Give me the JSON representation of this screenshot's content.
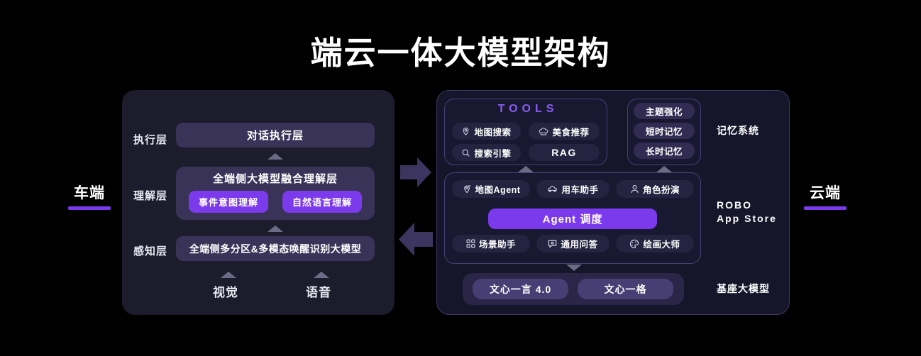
{
  "title": "端云一体大模型架构",
  "side_labels": {
    "left": "车端",
    "right": "云端",
    "accent_color": "#7c3aed"
  },
  "left_panel": {
    "rows": [
      {
        "label": "执行层",
        "bar": "对话执行层"
      },
      {
        "label": "理解层",
        "bar": "全端侧大模型融合理解层",
        "chips": [
          "事件意图理解",
          "自然语言理解"
        ]
      },
      {
        "label": "感知层",
        "bar": "全端侧多分区&多模态唤醒识别大模型"
      }
    ],
    "sensors": [
      "视觉",
      "语音"
    ]
  },
  "right_panel": {
    "tools": {
      "title": "TOOLS",
      "title_color": "#8b5cf6",
      "items": [
        {
          "label": "地图搜索",
          "icon": "map-pin-icon"
        },
        {
          "label": "美食推荐",
          "icon": "chef-hat-icon"
        },
        {
          "label": "搜索引擎",
          "icon": "magnifier-icon"
        },
        {
          "label": "RAG",
          "icon": "none"
        }
      ]
    },
    "memory": {
      "caption": "记忆系统",
      "items": [
        "主题强化",
        "短时记忆",
        "长时记忆"
      ]
    },
    "agents": {
      "caption": "ROBO\nApp Store",
      "top_row": [
        {
          "label": "地图Agent",
          "icon": "location-pin-icon"
        },
        {
          "label": "用车助手",
          "icon": "car-icon"
        },
        {
          "label": "角色扮演",
          "icon": "person-icon"
        }
      ],
      "main": "Agent 调度",
      "bottom_row": [
        {
          "label": "场景助手",
          "icon": "grid-icon"
        },
        {
          "label": "通用问答",
          "icon": "chat-bubble-icon"
        },
        {
          "label": "绘画大师",
          "icon": "palette-icon"
        }
      ]
    },
    "base_models": {
      "caption": "基座大模型",
      "items": [
        "文心一言 4.0",
        "文心一格"
      ]
    }
  }
}
